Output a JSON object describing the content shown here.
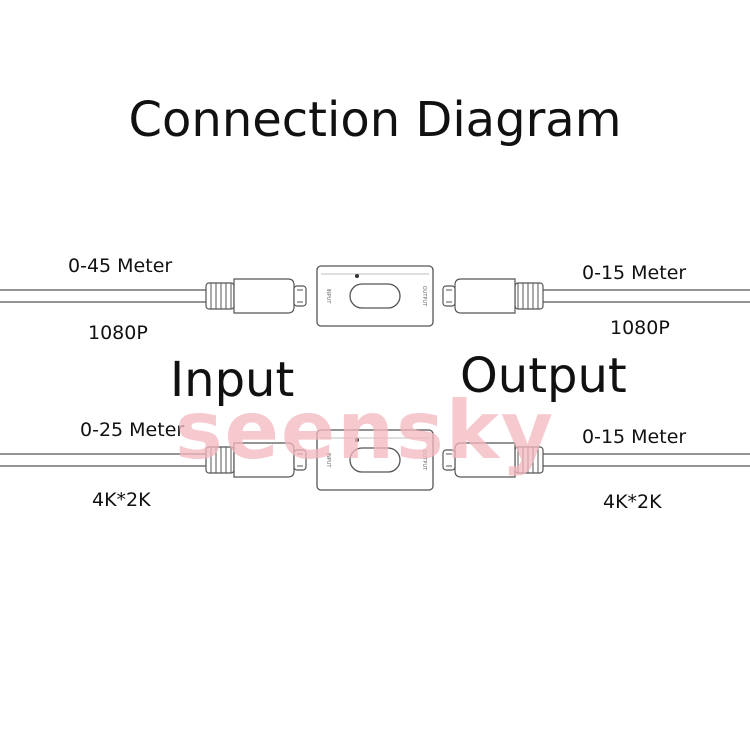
{
  "title": "Connection Diagram",
  "labels": {
    "input": "Input",
    "output": "Output"
  },
  "rows": [
    {
      "input_length": "0-45 Meter",
      "input_resolution": "1080P",
      "output_length": "0-15 Meter",
      "output_resolution": "1080P"
    },
    {
      "input_length": "0-25 Meter",
      "input_resolution": "4K*2K",
      "output_length": "0-15 Meter",
      "output_resolution": "4K*2K"
    }
  ],
  "device": {
    "input_port_text": "INPUT",
    "output_port_text": "OUTPUT"
  },
  "watermark": "seensky"
}
